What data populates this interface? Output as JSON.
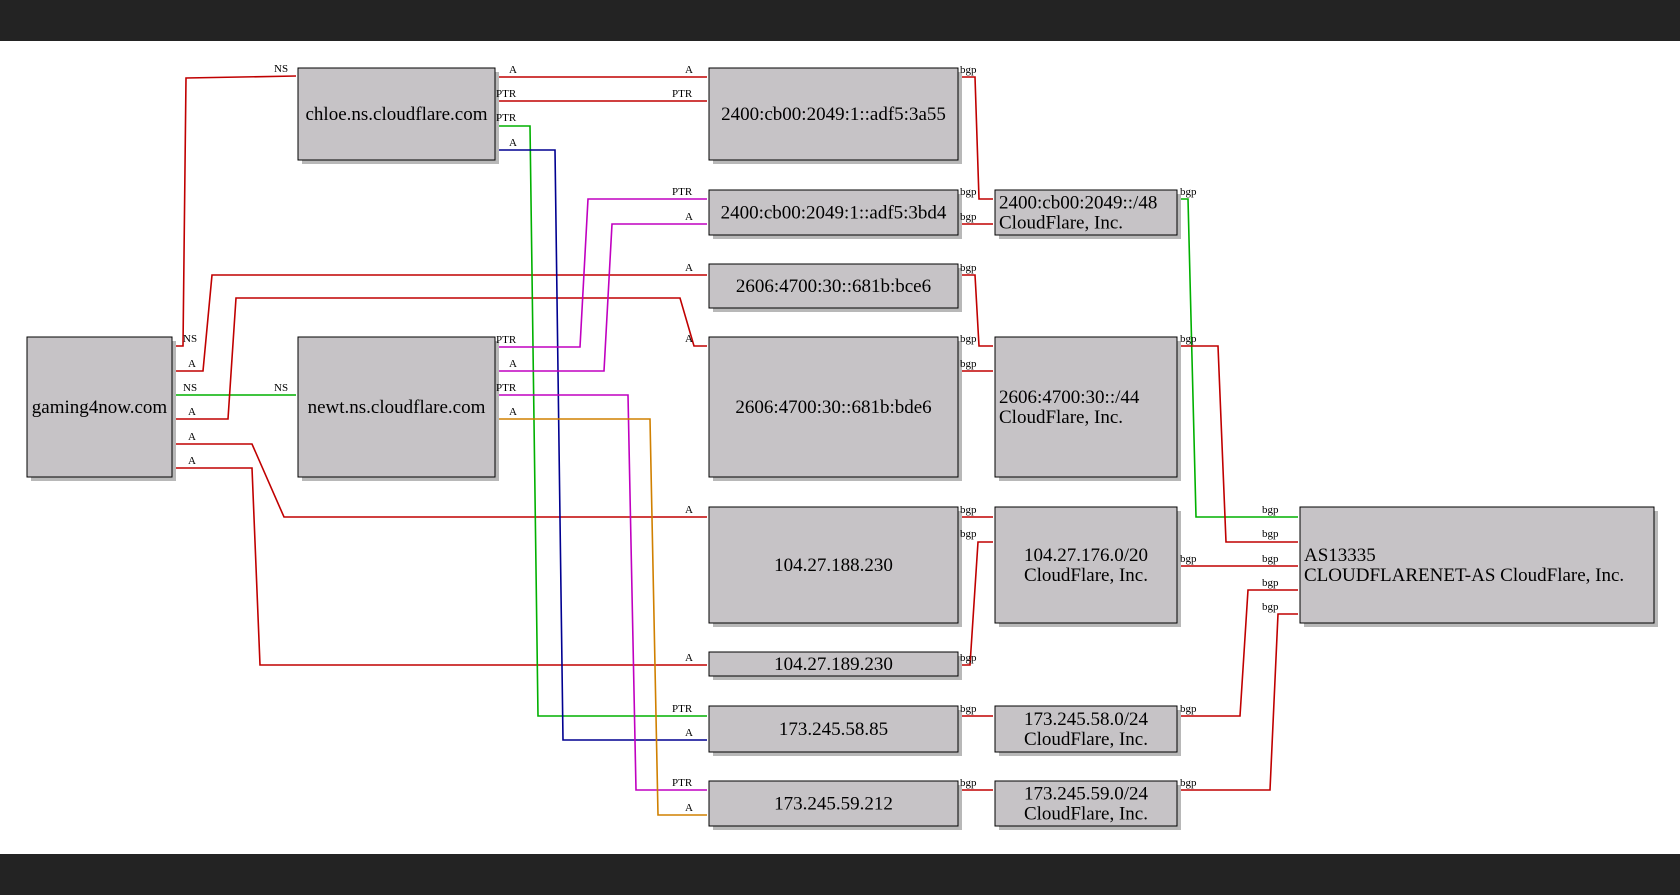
{
  "nodes": {
    "gaming4now": {
      "lines": [
        "gaming4now.com"
      ]
    },
    "chloe": {
      "lines": [
        "chloe.ns.cloudflare.com"
      ]
    },
    "newt": {
      "lines": [
        "newt.ns.cloudflare.com"
      ]
    },
    "ip_3a55": {
      "lines": [
        "2400:cb00:2049:1::adf5:3a55"
      ]
    },
    "ip_3bd4": {
      "lines": [
        "2400:cb00:2049:1::adf5:3bd4"
      ]
    },
    "ip_bce6": {
      "lines": [
        "2606:4700:30::681b:bce6"
      ]
    },
    "ip_bde6": {
      "lines": [
        "2606:4700:30::681b:bde6"
      ]
    },
    "ip_188_230": {
      "lines": [
        "104.27.188.230"
      ]
    },
    "ip_189_230": {
      "lines": [
        "104.27.189.230"
      ]
    },
    "ip_58_85": {
      "lines": [
        "173.245.58.85"
      ]
    },
    "ip_59_212": {
      "lines": [
        "173.245.59.212"
      ]
    },
    "pfx_2400": {
      "lines": [
        "2400:cb00:2049::/48",
        "CloudFlare, Inc."
      ]
    },
    "pfx_2606": {
      "lines": [
        "2606:4700:30::/44",
        "CloudFlare, Inc."
      ]
    },
    "pfx_104": {
      "lines": [
        "104.27.176.0/20",
        "CloudFlare, Inc."
      ]
    },
    "pfx_173_58": {
      "lines": [
        "173.245.58.0/24",
        "CloudFlare, Inc."
      ]
    },
    "pfx_173_59": {
      "lines": [
        "173.245.59.0/24",
        "CloudFlare, Inc."
      ]
    },
    "as13335": {
      "lines": [
        "AS13335",
        "CLOUDFLARENET-AS CloudFlare, Inc."
      ]
    }
  },
  "edge_labels": {
    "ns": "NS",
    "a": "A",
    "ptr": "PTR",
    "bgp": "bgp"
  },
  "colors": {
    "red": "#c00000",
    "green": "#00b000",
    "navy": "#000090",
    "magenta": "#c000c0",
    "orange": "#d08000",
    "node_fill": "#c6c3c6",
    "frame": "#232323"
  }
}
